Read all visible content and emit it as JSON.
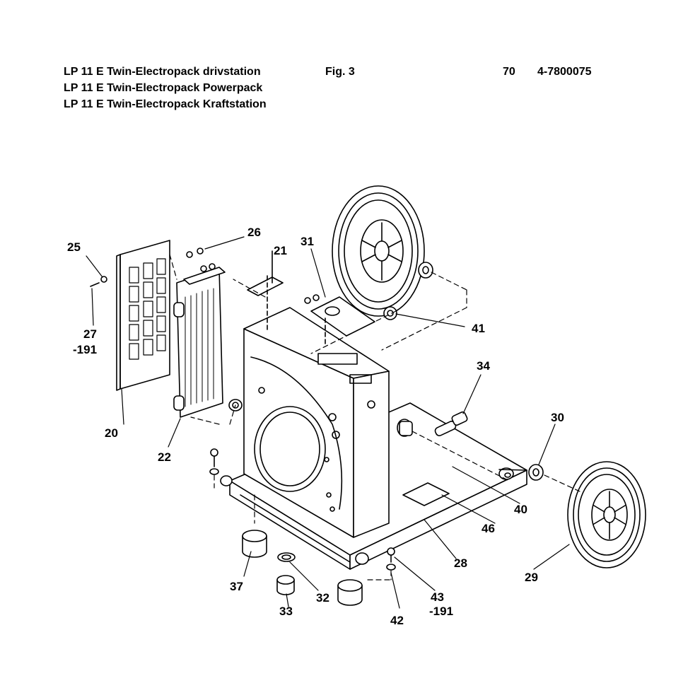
{
  "header": {
    "title_lines": [
      "LP 11 E Twin-Electropack drivstation",
      "LP 11 E Twin-Electropack Powerpack",
      "LP 11 E Twin-Electropack Kraftstation"
    ],
    "figure": "Fig. 3",
    "page": "70",
    "doc_number": "4-7800075"
  },
  "callouts": {
    "c20": "20",
    "c21": "21",
    "c22": "22",
    "c25": "25",
    "c26": "26",
    "c27a": "27",
    "c27b": "-191",
    "c28": "28",
    "c29": "29",
    "c30": "30",
    "c31": "31",
    "c32": "32",
    "c33": "33",
    "c34": "34",
    "c37": "37",
    "c40": "40",
    "c41": "41",
    "c42": "42",
    "c43a": "43",
    "c43b": "-191",
    "c46": "46"
  }
}
